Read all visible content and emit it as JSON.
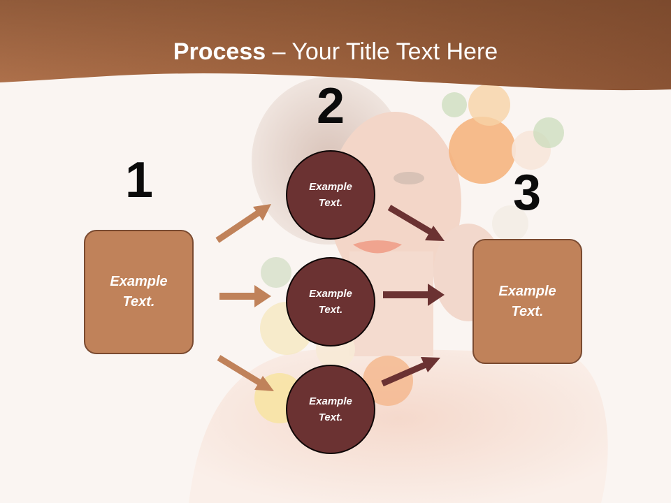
{
  "slide": {
    "title_strong": "Process",
    "title_rest": " – Your Title Text Here",
    "steps": [
      {
        "number": "1",
        "box_text": "Example\nText."
      },
      {
        "number": "2",
        "circles": [
          "Example\nText.",
          "Example\nText.",
          "Example\nText."
        ]
      },
      {
        "number": "3",
        "box_text": "Example\nText."
      }
    ]
  },
  "colors": {
    "header_brown": "#9c5f3a",
    "box_fill": "#c0825a",
    "circle_fill": "#6b3232",
    "arrow_light": "#c0825a",
    "arrow_dark": "#6b3232"
  }
}
